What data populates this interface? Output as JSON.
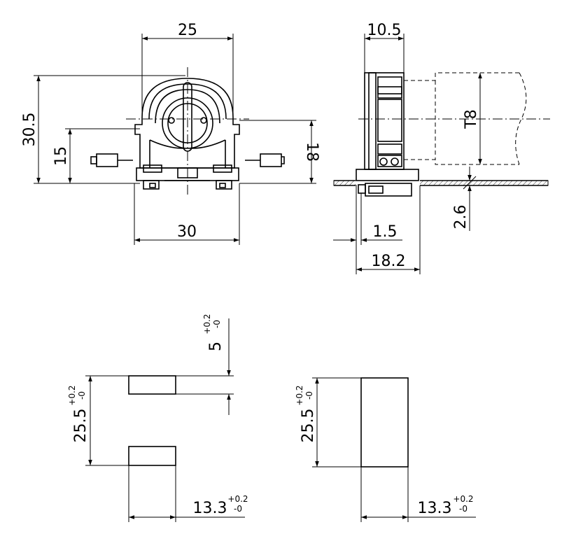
{
  "front_view": {
    "dim_width_top": "25",
    "dim_width_bottom": "30",
    "dim_height_total": "30.5",
    "dim_height_left": "15",
    "dim_height_right": "18"
  },
  "side_view": {
    "dim_top": "10.5",
    "dim_tube": "T8",
    "dim_panel": "2.6",
    "dim_offset": "1.5",
    "dim_depth": "18.2"
  },
  "cutout_left": {
    "dim_gap": "5",
    "dim_gap_tol_plus": "+0.2",
    "dim_gap_tol_minus": "-0",
    "dim_height": "25.5",
    "dim_height_tol_plus": "+0.2",
    "dim_height_tol_minus": "-0",
    "dim_width": "13.3",
    "dim_width_tol_plus": "+0.2",
    "dim_width_tol_minus": "-0"
  },
  "cutout_right": {
    "dim_height": "25.5",
    "dim_height_tol_plus": "+0.2",
    "dim_height_tol_minus": "-0",
    "dim_width": "13.3",
    "dim_width_tol_plus": "+0.2",
    "dim_width_tol_minus": "-0"
  }
}
